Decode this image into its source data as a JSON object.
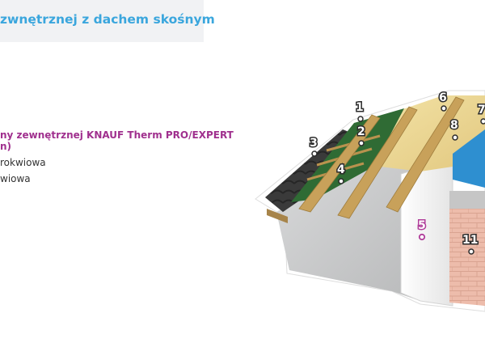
{
  "header": {
    "title": "zwnętrznej z dachem skośnym"
  },
  "legend": {
    "items": [
      {
        "label": "ny zewnętrznej KNAUF Therm PRO/EXPERT",
        "highlight": true
      },
      {
        "label": "n)",
        "highlight": true
      },
      {
        "label": "rokwiowa",
        "highlight": false
      },
      {
        "label": "wiowa",
        "highlight": false
      }
    ]
  },
  "diagram": {
    "markers": [
      {
        "label": "1",
        "color": "#ffffff"
      },
      {
        "label": "2",
        "color": "#ffffff"
      },
      {
        "label": "3",
        "color": "#ffffff"
      },
      {
        "label": "4",
        "color": "#ffffff"
      },
      {
        "label": "5",
        "color": "#b03d9a"
      },
      {
        "label": "6",
        "color": "#ffffff"
      },
      {
        "label": "7",
        "color": "#ffffff"
      },
      {
        "label": "8",
        "color": "#ffffff"
      },
      {
        "label": "11",
        "color": "#ffffff"
      }
    ]
  },
  "colors": {
    "title": "#3aa6dd",
    "legend_highlight": "#a0308e",
    "roof_membrane": "#2f6b34",
    "insulation_eps": "#f3f3f3",
    "brick": "#e9b8a8",
    "timber": "#c8a15a",
    "wall_concrete": "#c9cacb",
    "window_blue": "#2e8fd0"
  }
}
